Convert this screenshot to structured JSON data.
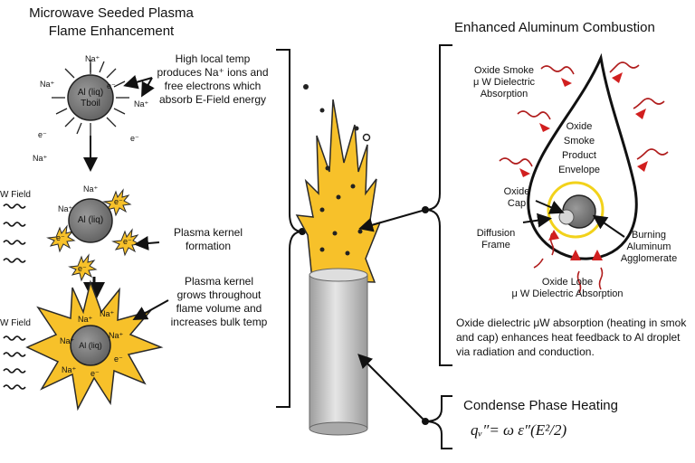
{
  "left": {
    "title": [
      "Microwave Seeded Plasma",
      "Flame Enhancement"
    ],
    "annotation_1": [
      "High local temp",
      "produces Na⁺ ions and",
      "free electrons which",
      "absorb E-Field energy"
    ],
    "annotation_2": [
      "Plasma kernel",
      "formation"
    ],
    "annotation_3": [
      "Plasma kernel",
      "grows throughout",
      "flame volume and",
      "increases bulk temp"
    ],
    "field_label_1": "W Field",
    "field_label_2": "W Field",
    "droplet_1": [
      "Al (liq)",
      "Tboil"
    ],
    "droplet_2": "Al (liq)",
    "droplet_3": "Al (liq)",
    "ion": "Na⁺",
    "electron": "e⁻"
  },
  "right": {
    "title": "Enhanced Aluminum Combustion",
    "oxide_smoke": [
      "Oxide Smoke",
      "μ W Dielectric",
      "Absorption"
    ],
    "envelope": [
      "Oxide",
      "Smoke",
      "Product",
      "Envelope"
    ],
    "oxide_cap": [
      "Oxide",
      "Cap"
    ],
    "diffusion_frame": [
      "Diffusion",
      "Frame"
    ],
    "burning": [
      "Burning",
      "Aluminum",
      "Agglomerate"
    ],
    "oxide_lobe": [
      "Oxide Lobe",
      "μ W Dielectric Absorption"
    ],
    "caption": [
      "Oxide dielectric μW absorption (heating in smok",
      "and cap) enhances heat feedback to Al droplet",
      "via radiation and conduction."
    ]
  },
  "bottom": {
    "title": "Condense Phase Heating",
    "equation_lhs": "qᵥ″= ω ε″(E²/2)"
  },
  "colors": {
    "flame": "#f7c12a",
    "flame_edge": "#2a2a2a",
    "droplet": "#777777",
    "wave_red": "#b01c1c",
    "halo": "#f2d21b",
    "tube": "#c9c9c9"
  }
}
